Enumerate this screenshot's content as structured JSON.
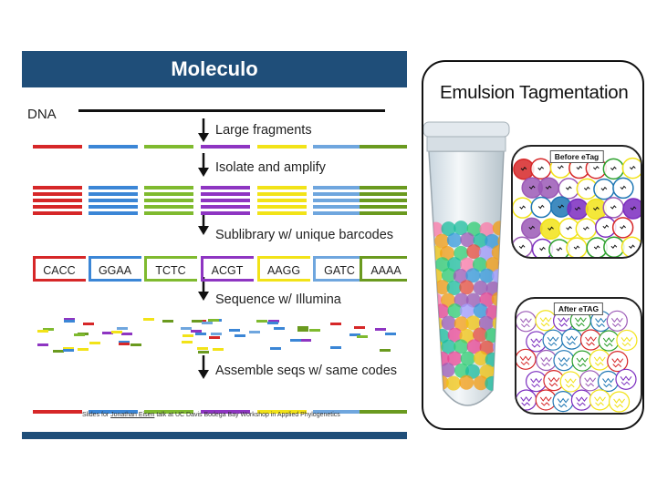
{
  "left_panel": {
    "title": "Moleculo",
    "dna_label": "DNA",
    "steps": [
      "Large fragments",
      "Isolate and amplify",
      "Sublibrary w/ unique barcodes",
      "Sequence w/ Illumina",
      "Assemble seqs w/ same codes"
    ],
    "barcodes": [
      "CACC",
      "GGAA",
      "TCTC",
      "ACGT",
      "AAGG",
      "GATC",
      "AAAA"
    ],
    "colors": [
      "#d62728",
      "#3b86d6",
      "#7fba2f",
      "#8e35c2",
      "#f2e318",
      "#6fa6de",
      "#6a9a1f"
    ],
    "credit_prefix": "Slides for ",
    "credit_name": "Jonathan Eisen",
    "credit_suffix": " talk at UC Davis Bodega Bay Workshop in Applied Phylogenetics",
    "title_bar_color": "#1f4e79"
  },
  "right_panel": {
    "title": "Emulsion Tagmentation",
    "before_label": "Before eTag",
    "after_label": "After eTAG"
  }
}
